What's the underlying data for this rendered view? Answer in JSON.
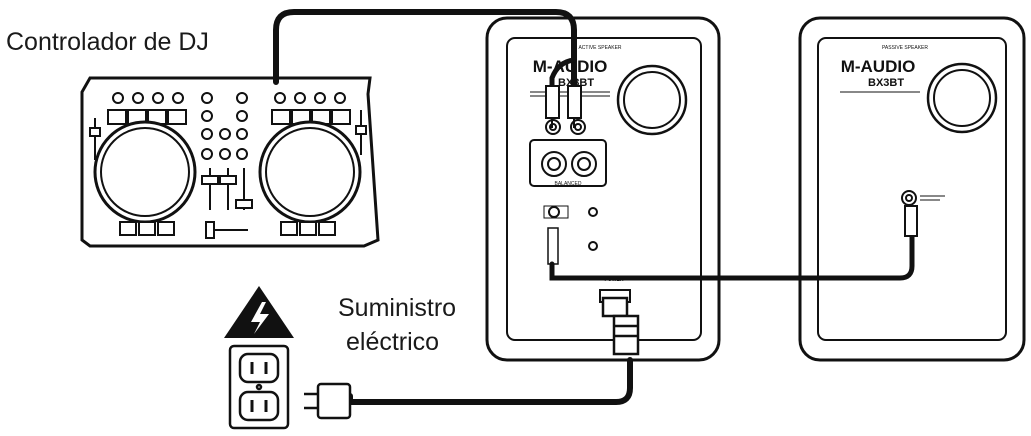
{
  "labels": {
    "dj_controller": "Controlador de DJ",
    "power_line1": "Suministro",
    "power_line2": "eléctrico"
  },
  "speakers": {
    "active": {
      "header": "ACTIVE SPEAKER",
      "brand": "M-AUDIO",
      "model": "BX3BT",
      "balanced": "BALANCED",
      "power": "POWER"
    },
    "passive": {
      "header": "PASSIVE SPEAKER",
      "brand": "M-AUDIO",
      "model": "BX3BT"
    }
  },
  "colors": {
    "line": "#111111",
    "background": "#ffffff",
    "warning_sign": "#111111"
  },
  "icons": [
    "high-voltage-warning-icon",
    "wall-outlet-icon",
    "power-plug-icon",
    "rca-plug-icon"
  ]
}
